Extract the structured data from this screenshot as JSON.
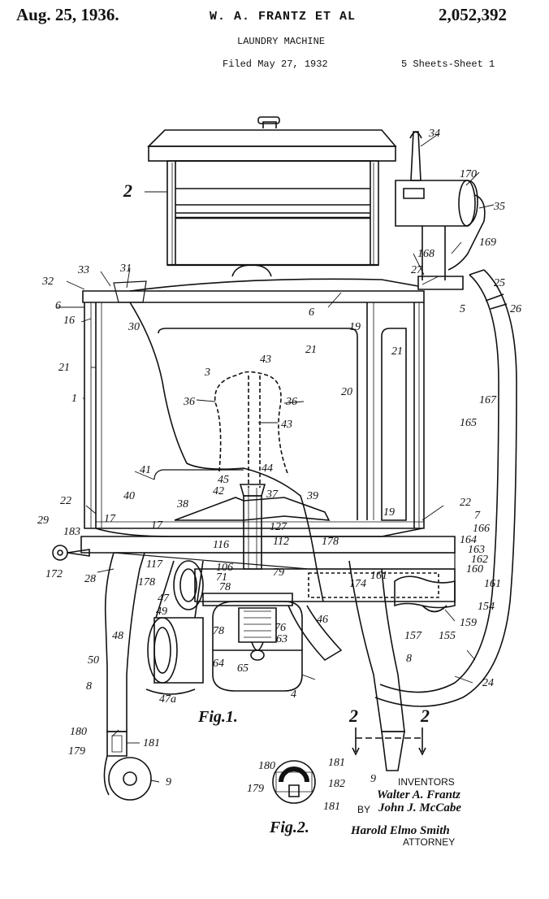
{
  "header": {
    "date": "Aug. 25, 1936.",
    "inventors": "W. A. FRANTZ ET AL",
    "patent_number": "2,052,392",
    "title": "LAUNDRY MACHINE",
    "filed": "Filed May 27, 1932",
    "sheets": "5 Sheets-Sheet 1"
  },
  "figures": {
    "fig1": "Fig.1.",
    "fig2": "Fig.2."
  },
  "section": {
    "left": "2",
    "right": "2"
  },
  "reference_numerals": [
    "34",
    "170",
    "35",
    "2",
    "168",
    "169",
    "27",
    "25",
    "5",
    "32",
    "33",
    "31",
    "6",
    "16",
    "30",
    "6",
    "19",
    "26",
    "21",
    "43",
    "21",
    "21",
    "167",
    "1",
    "3",
    "36",
    "36",
    "20",
    "165",
    "43",
    "41",
    "40",
    "44",
    "45",
    "42",
    "37",
    "39",
    "38",
    "22",
    "22",
    "19",
    "17",
    "17",
    "127",
    "7",
    "166",
    "29",
    "183",
    "116",
    "112",
    "178",
    "163",
    "164",
    "162",
    "172",
    "28",
    "117",
    "178",
    "106",
    "71",
    "79",
    "174",
    "161",
    "160",
    "161",
    "78",
    "157",
    "154",
    "47",
    "49",
    "76",
    "46",
    "155",
    "159",
    "48",
    "78",
    "63",
    "50",
    "64",
    "65",
    "8",
    "4",
    "24",
    "47a",
    "180",
    "179",
    "181",
    "9"
  ],
  "fig2_numerals": [
    "180",
    "181",
    "179",
    "182",
    "181"
  ],
  "signature_block": {
    "heading": "INVENTORS",
    "name1": "Walter A. Frantz",
    "by": "BY",
    "name2": "John J. McCabe",
    "attorney_signature": "Harold Elmo Smith",
    "attorney": "ATTORNEY"
  }
}
